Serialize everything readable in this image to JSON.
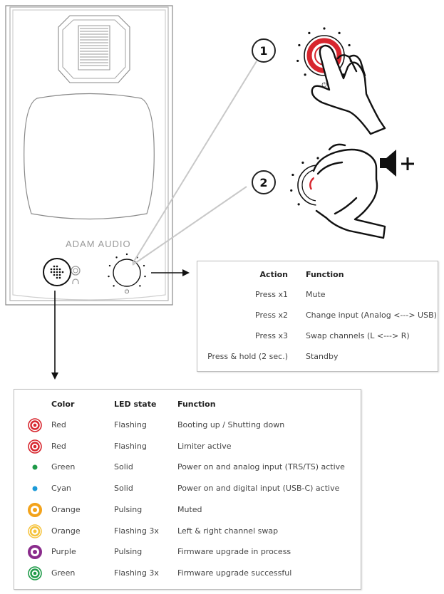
{
  "brand": "ADAM AUDIO",
  "callouts": [
    "1",
    "2"
  ],
  "action_table": {
    "headers": {
      "action": "Action",
      "function": "Function"
    },
    "rows": [
      {
        "action": "Press x1",
        "function": "Mute"
      },
      {
        "action": "Press x2",
        "function": "Change input (Analog <---> USB)"
      },
      {
        "action": "Press x3",
        "function": "Swap channels (L <---> R)"
      },
      {
        "action": "Press & hold (2 sec.)",
        "function": "Standby"
      }
    ]
  },
  "led_table": {
    "headers": {
      "color": "Color",
      "state": "LED state",
      "function": "Function"
    },
    "rows": [
      {
        "color": "Red",
        "state": "Flashing",
        "function": "Booting up / Shutting down",
        "icon": "ring",
        "hex": "#d7262e"
      },
      {
        "color": "Red",
        "state": "Flashing",
        "function": "Limiter active",
        "icon": "ring",
        "hex": "#d7262e"
      },
      {
        "color": "Green",
        "state": "Solid",
        "function": "Power on and analog input (TRS/TS) active",
        "icon": "dot",
        "hex": "#1e9a48"
      },
      {
        "color": "Cyan",
        "state": "Solid",
        "function": "Power on and digital input (USB-C) active",
        "icon": "dot",
        "hex": "#1b9ad8"
      },
      {
        "color": "Orange",
        "state": "Pulsing",
        "function": "Muted",
        "icon": "ring-bold",
        "hex": "#f3a31b"
      },
      {
        "color": "Orange",
        "state": "Flashing 3x",
        "function": "Left & right channel swap",
        "icon": "ring-soft",
        "hex": "#f5c23a"
      },
      {
        "color": "Purple",
        "state": "Pulsing",
        "function": "Firmware upgrade in process",
        "icon": "ring-bold",
        "hex": "#8a2c8c"
      },
      {
        "color": "Green",
        "state": "Flashing 3x",
        "function": "Firmware upgrade successful",
        "icon": "ring",
        "hex": "#1e9a48"
      }
    ]
  }
}
